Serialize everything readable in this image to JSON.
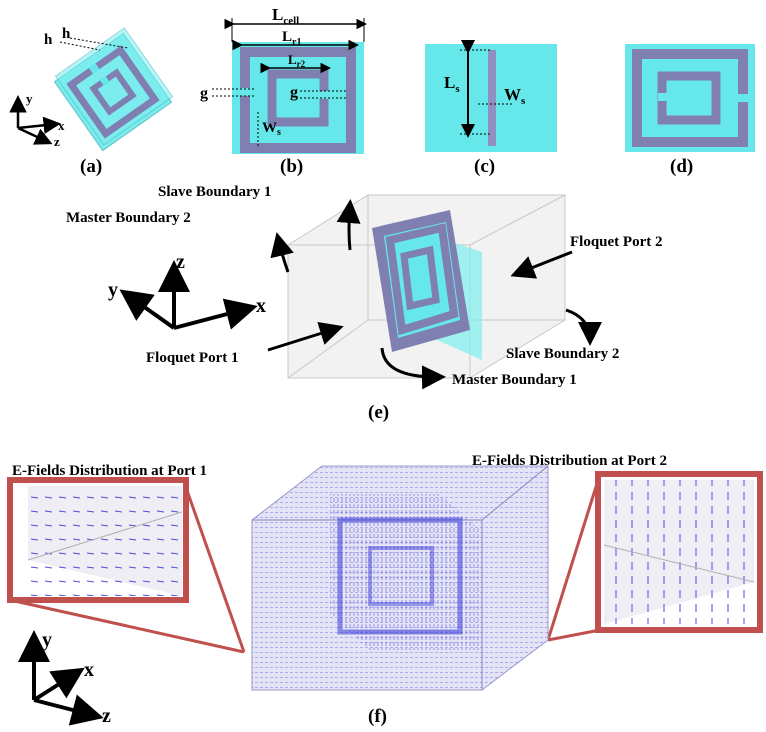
{
  "panels": {
    "a": {
      "caption": "(a)",
      "labels": [
        "h",
        "h"
      ],
      "axes": [
        "y",
        "x",
        "z"
      ]
    },
    "b": {
      "caption": "(b)",
      "cell_label_main": "L",
      "cell_label_sub": "cell",
      "r1_label_main": "L",
      "r1_label_sub": "r1",
      "r2_label_main": "L",
      "r2_label_sub": "r2",
      "gap_outer": "g",
      "gap_inner": "g",
      "width_main": "W",
      "width_sub": "s"
    },
    "c": {
      "caption": "(c)",
      "length_main": "L",
      "length_sub": "s",
      "width_main": "W",
      "width_sub": "s"
    },
    "d": {
      "caption": "(d)"
    },
    "e": {
      "caption": "(e)",
      "slave_boundary_1": "Slave Boundary 1",
      "master_boundary_2": "Master Boundary 2",
      "floquet_port_2": "Floquet Port 2",
      "floquet_port_1": "Floquet Port 1",
      "slave_boundary_2": "Slave Boundary 2",
      "master_boundary_1": "Master Boundary 1",
      "axes": [
        "z",
        "y",
        "x"
      ]
    },
    "f": {
      "caption": "(f)",
      "port1_title": "E-Fields Distribution  at Port 1",
      "port2_title": "E-Fields Distribution  at Port 2",
      "axes": [
        "y",
        "x",
        "z"
      ]
    }
  },
  "colors": {
    "substrate": "#66e8ea",
    "metal": "#7f7fb2",
    "metal_dark": "#5a5a90",
    "box_line": "#c8c8c8",
    "field": "#3a3ad8",
    "inset_frame": "#c0504d"
  }
}
